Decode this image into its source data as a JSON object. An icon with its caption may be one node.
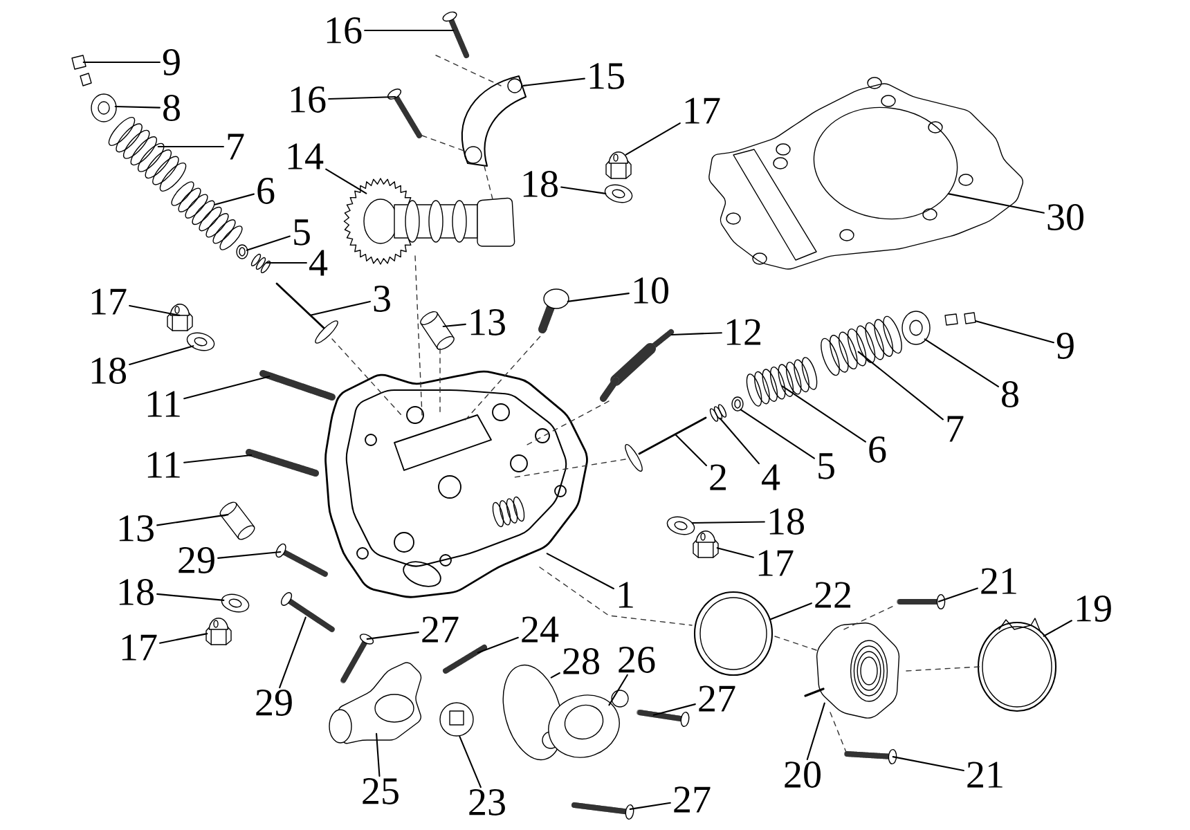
{
  "diagram": {
    "nodes": [
      {
        "text": [
          "16"
        ]
      },
      {
        "text": [
          "9"
        ]
      },
      {
        "text": [
          "15"
        ]
      },
      {
        "text": [
          "16"
        ]
      },
      {
        "text": [
          "8"
        ]
      },
      {
        "text": [
          "17"
        ]
      },
      {
        "text": [
          "7"
        ]
      },
      {
        "text": [
          "14"
        ]
      },
      {
        "text": [
          "18"
        ]
      },
      {
        "text": [
          "6"
        ]
      },
      {
        "text": [
          "30"
        ]
      },
      {
        "text": [
          "5"
        ]
      },
      {
        "text": [
          "4"
        ]
      },
      {
        "text": [
          "10"
        ]
      },
      {
        "text": [
          "3"
        ]
      },
      {
        "text": [
          "17"
        ]
      },
      {
        "text": [
          "13"
        ]
      },
      {
        "text": [
          "12"
        ]
      },
      {
        "text": [
          "9"
        ]
      },
      {
        "text": [
          "18"
        ]
      },
      {
        "text": [
          "8"
        ]
      },
      {
        "text": [
          "11"
        ]
      },
      {
        "text": [
          "7"
        ]
      },
      {
        "text": [
          "6"
        ]
      },
      {
        "text": [
          "11"
        ]
      },
      {
        "text": [
          "5"
        ]
      },
      {
        "text": [
          "2"
        ]
      },
      {
        "text": [
          "4"
        ]
      },
      {
        "text": [
          "18"
        ]
      },
      {
        "text": [
          "13"
        ]
      },
      {
        "text": [
          "29"
        ]
      },
      {
        "text": [
          "17"
        ]
      },
      {
        "text": [
          "21"
        ]
      },
      {
        "text": [
          "1"
        ]
      },
      {
        "text": [
          "18"
        ]
      },
      {
        "text": [
          "22"
        ]
      },
      {
        "text": [
          "19"
        ]
      },
      {
        "text": [
          "27"
        ]
      },
      {
        "text": [
          "24"
        ]
      },
      {
        "text": [
          "17"
        ]
      },
      {
        "text": [
          "28"
        ]
      },
      {
        "text": [
          "26"
        ]
      },
      {
        "text": [
          "27"
        ]
      },
      {
        "text": [
          "29"
        ]
      },
      {
        "text": [
          "20"
        ]
      },
      {
        "text": [
          "21"
        ]
      },
      {
        "text": [
          "25"
        ]
      },
      {
        "text": [
          "23"
        ]
      },
      {
        "text": [
          "27"
        ]
      },
      {
        "text": [],
        "shape": "picture"
      },
      {
        "text": [],
        "shape": "picture"
      },
      {
        "text": [],
        "shape": "picture"
      },
      {
        "text": [],
        "shape": "picture"
      },
      {
        "text": [],
        "shape": "picture"
      },
      {
        "text": [],
        "shape": "picture"
      },
      {
        "text": [],
        "shape": "picture"
      },
      {
        "text": [],
        "shape": "picture"
      },
      {
        "text": [],
        "shape": "picture"
      },
      {
        "text": [],
        "shape": "picture"
      },
      {
        "text": [],
        "shape": "picture"
      },
      {
        "text": [],
        "shape": "picture"
      },
      {
        "text": [],
        "shape": "picture"
      },
      {
        "text": [],
        "shape": "picture"
      },
      {
        "text": [],
        "shape": "picture"
      },
      {
        "text": [],
        "shape": "picture"
      },
      {
        "text": [],
        "shape": "picture"
      },
      {
        "text": [],
        "shape": "picture"
      },
      {
        "text": [],
        "shape": "picture"
      },
      {
        "text": [],
        "shape": "picture"
      },
      {
        "text": [],
        "shape": "picture"
      },
      {
        "text": [],
        "shape": "picture"
      },
      {
        "text": [],
        "shape": "picture"
      },
      {
        "text": [],
        "shape": "picture"
      },
      {
        "text": [],
        "shape": "picture"
      },
      {
        "text": [],
        "shape": "picture"
      },
      {
        "text": [],
        "shape": "picture"
      },
      {
        "text": [],
        "shape": "picture"
      },
      {
        "text": [],
        "shape": "picture"
      },
      {
        "text": [],
        "shape": "picture"
      },
      {
        "text": [],
        "shape": "picture"
      },
      {
        "text": [],
        "shape": "picture"
      },
      {
        "text": [],
        "shape": "picture"
      },
      {
        "text": [],
        "shape": "picture"
      },
      {
        "text": [],
        "shape": "picture"
      },
      {
        "text": [],
        "shape": "picture"
      },
      {
        "text": [],
        "shape": "picture"
      },
      {
        "text": [],
        "shape": "picture"
      },
      {
        "text": [],
        "shape": "picture"
      },
      {
        "text": [],
        "shape": "picture"
      },
      {
        "text": [],
        "shape": "picture"
      },
      {
        "text": [],
        "shape": "picture"
      },
      {
        "text": [],
        "shape": "picture"
      },
      {
        "text": [],
        "shape": "picture"
      },
      {
        "text": [],
        "shape": "picture"
      },
      {
        "text": [],
        "shape": "picture"
      },
      {
        "text": [],
        "shape": "picture"
      },
      {
        "text": [],
        "shape": "picture"
      },
      {
        "text": [],
        "shape": "picture"
      }
    ],
    "edges": [
      {
        "from": 0,
        "to": 49,
        "arrow": "none"
      },
      {
        "from": 1,
        "to": 50,
        "arrow": "none"
      },
      {
        "from": 2,
        "to": 51,
        "arrow": "none"
      },
      {
        "from": 3,
        "to": 52,
        "arrow": "none"
      },
      {
        "from": 4,
        "to": 53,
        "arrow": "none"
      },
      {
        "from": 5,
        "to": 54,
        "arrow": "none"
      },
      {
        "from": 6,
        "to": 55,
        "arrow": "none"
      },
      {
        "from": 7,
        "to": 56,
        "arrow": "none"
      },
      {
        "from": 8,
        "to": 57,
        "arrow": "none"
      },
      {
        "from": 9,
        "to": 58,
        "arrow": "none"
      },
      {
        "from": 10,
        "to": 59,
        "arrow": "none"
      },
      {
        "from": 11,
        "to": 60,
        "arrow": "none"
      },
      {
        "from": 12,
        "to": 61,
        "arrow": "none"
      },
      {
        "from": 13,
        "to": 62,
        "arrow": "none"
      },
      {
        "from": 14,
        "to": 63,
        "arrow": "none"
      },
      {
        "from": 15,
        "to": 64,
        "arrow": "none"
      },
      {
        "from": 16,
        "to": 65,
        "arrow": "none"
      },
      {
        "from": 17,
        "to": 66,
        "arrow": "none"
      },
      {
        "from": 18,
        "to": 67,
        "arrow": "none"
      },
      {
        "from": 19,
        "to": 68,
        "arrow": "none"
      },
      {
        "from": 20,
        "to": 69,
        "arrow": "none"
      },
      {
        "from": 21,
        "to": 70,
        "arrow": "none"
      },
      {
        "from": 22,
        "to": 71,
        "arrow": "none"
      },
      {
        "from": 23,
        "to": 72,
        "arrow": "none"
      },
      {
        "from": 24,
        "to": 73,
        "arrow": "none"
      },
      {
        "from": 25,
        "to": 74,
        "arrow": "none"
      },
      {
        "from": 26,
        "to": 75,
        "arrow": "none"
      },
      {
        "from": 27,
        "to": 76,
        "arrow": "none"
      },
      {
        "from": 28,
        "to": 77,
        "arrow": "none"
      },
      {
        "from": 29,
        "to": 78,
        "arrow": "none"
      },
      {
        "from": 30,
        "to": 79,
        "arrow": "none"
      },
      {
        "from": 31,
        "to": 80,
        "arrow": "none"
      },
      {
        "from": 32,
        "to": 81,
        "arrow": "none"
      },
      {
        "from": 33,
        "to": 82,
        "arrow": "none"
      },
      {
        "from": 34,
        "to": 83,
        "arrow": "none"
      },
      {
        "from": 35,
        "to": 84,
        "arrow": "none"
      },
      {
        "from": 36,
        "to": 85,
        "arrow": "none"
      },
      {
        "from": 37,
        "to": 86,
        "arrow": "none"
      },
      {
        "from": 38,
        "to": 87,
        "arrow": "none"
      },
      {
        "from": 39,
        "to": 88,
        "arrow": "none"
      },
      {
        "from": 40,
        "to": 89,
        "arrow": "none"
      },
      {
        "from": 41,
        "to": 90,
        "arrow": "none"
      },
      {
        "from": 42,
        "to": 91,
        "arrow": "none"
      },
      {
        "from": 43,
        "to": 92,
        "arrow": "none"
      },
      {
        "from": 44,
        "to": 93,
        "arrow": "none"
      },
      {
        "from": 45,
        "to": 94,
        "arrow": "none"
      },
      {
        "from": 46,
        "to": 95,
        "arrow": "none"
      },
      {
        "from": 47,
        "to": 96,
        "arrow": "none"
      },
      {
        "from": 48,
        "to": 97,
        "arrow": "none"
      },
      {
        "from": 49,
        "to": 51,
        "arrow": "none",
        "style": "dashed"
      },
      {
        "from": 52,
        "to": 51,
        "arrow": "none",
        "style": "dashed"
      },
      {
        "from": 51,
        "to": 56,
        "arrow": "none",
        "style": "dashed"
      },
      {
        "from": 63,
        "to": 82,
        "arrow": "none",
        "style": "dashed"
      },
      {
        "from": 56,
        "to": 82,
        "arrow": "none",
        "style": "dashed"
      },
      {
        "from": 65,
        "to": 82,
        "arrow": "none",
        "style": "dashed"
      },
      {
        "from": 62,
        "to": 82,
        "arrow": "none",
        "style": "dashed"
      },
      {
        "from": 66,
        "to": 82,
        "arrow": "none",
        "style": "dashed"
      },
      {
        "from": 75,
        "to": 82,
        "arrow": "none",
        "style": "dashed"
      },
      {
        "from": 82,
        "to": 84,
        "arrow": "none",
        "style": "dashed"
      },
      {
        "from": 84,
        "to": 93,
        "arrow": "none",
        "style": "dashed"
      },
      {
        "from": 93,
        "to": 85,
        "arrow": "none",
        "style": "dashed"
      },
      {
        "from": 93,
        "to": 81,
        "arrow": "none",
        "style": "dashed"
      },
      {
        "from": 93,
        "to": 94,
        "arrow": "none",
        "style": "dashed"
      }
    ]
  }
}
